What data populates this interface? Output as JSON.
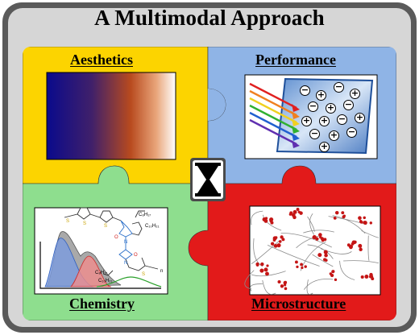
{
  "title": "A Multimodal Approach",
  "quadrants": {
    "aesthetics": {
      "label": "Aesthetics",
      "color": "#fcd400"
    },
    "performance": {
      "label": "Performance",
      "color": "#8fb4e6"
    },
    "chemistry": {
      "label": "Chemistry",
      "color": "#8ede8e"
    },
    "microstructure": {
      "label": "Microstructure",
      "color": "#e21a1a"
    }
  },
  "frame": {
    "outer_color": "#595959",
    "inner_color": "#d7d7d7"
  },
  "icons": {
    "center": "hourglass-icon",
    "aesthetics": "color-gradient-image",
    "performance": "light-absorption-charges-image",
    "chemistry": "molecule-spectrum-image",
    "microstructure": "polymer-network-image"
  },
  "performance_charges": [
    "−",
    "+",
    "−",
    "+",
    "−",
    "+",
    "−",
    "+",
    "+",
    "−",
    "+",
    "−",
    "+",
    "−",
    "+"
  ],
  "chemistry_substituents": {
    "r1": "C₈H₁₇",
    "r2": "C₁₀H₂₁",
    "r3": "C₈H₁₇",
    "r4": "C₁₀H₂₁",
    "o1": "O",
    "o2": "O",
    "n1": "N",
    "n2": "N",
    "s1": "S",
    "s2": "S",
    "s3": "S",
    "s4": "S",
    "subscript": "n"
  }
}
